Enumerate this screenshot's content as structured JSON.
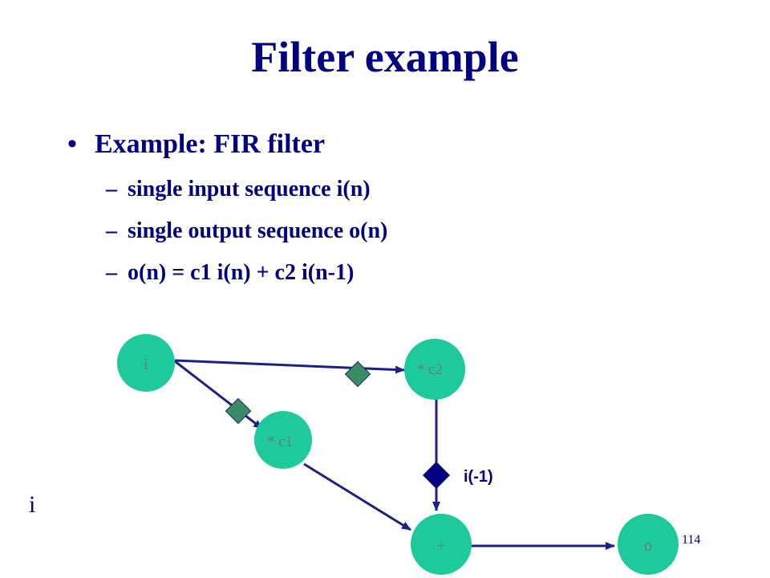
{
  "slide": {
    "title": "Filter example",
    "bullet": "Example: FIR filter",
    "bullet_marker": "•",
    "sub_marker": "–",
    "subbullets": [
      "single input sequence i(n)",
      "single output sequence o(n)",
      "o(n) = c1 i(n) + c2 i(n-1)"
    ],
    "side_label": "i",
    "page_number": "114"
  },
  "diagram": {
    "nodes": {
      "input": "i",
      "mult_c2": "* c2",
      "mult_c1": "* c1",
      "adder": "+",
      "output": "o"
    },
    "delay_label": "i(-1)",
    "colors": {
      "node_fill": "#1ec99b",
      "node_text": "#6f7a8f",
      "edge": "#1a237e",
      "delay_marker": "#3a8c64",
      "delay_node": "#000080",
      "text": "#000080"
    }
  }
}
